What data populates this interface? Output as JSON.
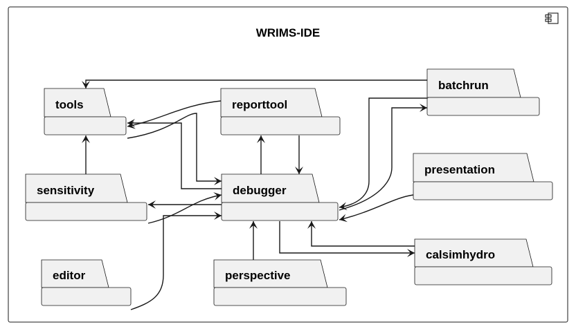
{
  "diagram": {
    "title": "WRIMS-IDE",
    "frame_icon": "component-icon",
    "packages": {
      "tools": "tools",
      "reporttool": "reporttool",
      "batchrun": "batchrun",
      "sensitivity": "sensitivity",
      "debugger": "debugger",
      "presentation": "presentation",
      "editor": "editor",
      "perspective": "perspective",
      "calsimhydro": "calsimhydro"
    },
    "dependencies": [
      {
        "from": "batchrun",
        "to": "tools"
      },
      {
        "from": "reporttool",
        "to": "tools"
      },
      {
        "from": "debugger",
        "to": "tools"
      },
      {
        "from": "tools",
        "to": "debugger"
      },
      {
        "from": "sensitivity",
        "to": "tools"
      },
      {
        "from": "debugger",
        "to": "reporttool"
      },
      {
        "from": "reporttool",
        "to": "debugger"
      },
      {
        "from": "debugger",
        "to": "sensitivity"
      },
      {
        "from": "sensitivity",
        "to": "debugger"
      },
      {
        "from": "editor",
        "to": "debugger"
      },
      {
        "from": "perspective",
        "to": "debugger"
      },
      {
        "from": "debugger",
        "to": "batchrun"
      },
      {
        "from": "batchrun",
        "to": "debugger"
      },
      {
        "from": "presentation",
        "to": "debugger"
      },
      {
        "from": "debugger",
        "to": "calsimhydro"
      },
      {
        "from": "calsimhydro",
        "to": "debugger"
      }
    ]
  }
}
